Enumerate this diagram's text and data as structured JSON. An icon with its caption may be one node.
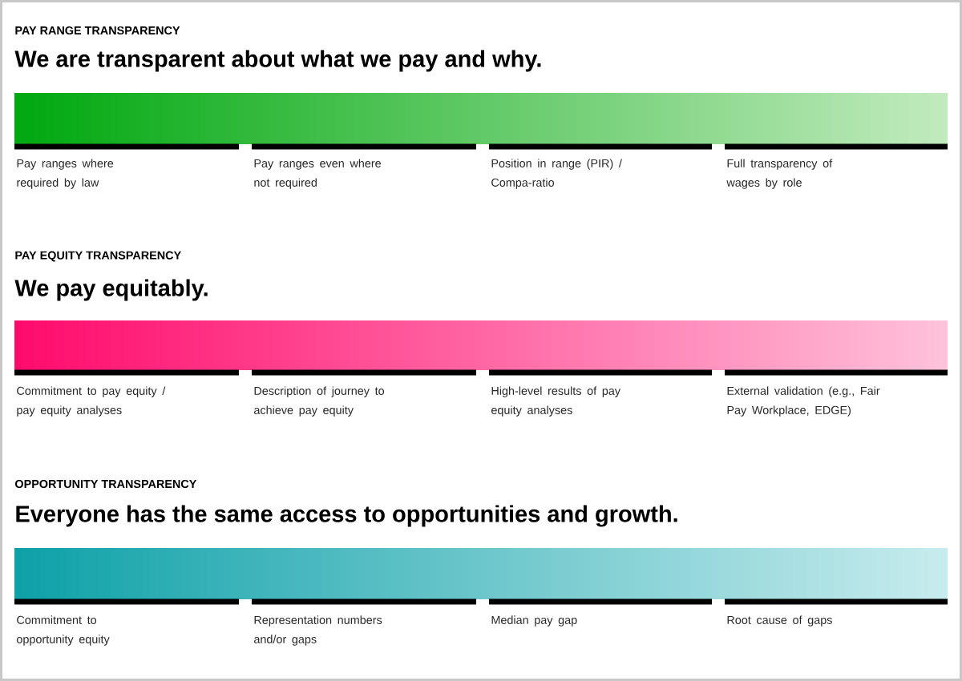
{
  "diagram": {
    "nodes": [
      {
        "text": [],
        "shape": "bar"
      },
      {
        "text": [],
        "shape": "bar"
      },
      {
        "text": [],
        "shape": "bar"
      }
    ],
    "labels": [
      "PAY RANGE TRANSPARENCY",
      "We are transparent about what we pay and why.",
      "Pay ranges where required by law",
      "Pay ranges even where not required",
      "Position in range (PIR) / Compa-ratio",
      "Full transparency of wages by role",
      "PAY EQUITY TRANSPARENCY",
      "We pay equitably.",
      "Commitment to pay equity / pay equity analyses",
      "Description of journey to achieve pay equity",
      "High-level results of pay equity analyses",
      "External validation (e.g., Fair Pay Workplace, EDGE)",
      "OPPORTUNITY TRANSPARENCY",
      "Everyone has the same access to opportunities and growth.",
      "Commitment to opportunity equity",
      "Representation numbers and/or gaps",
      "Median pay gap",
      "Root cause of gaps"
    ]
  }
}
